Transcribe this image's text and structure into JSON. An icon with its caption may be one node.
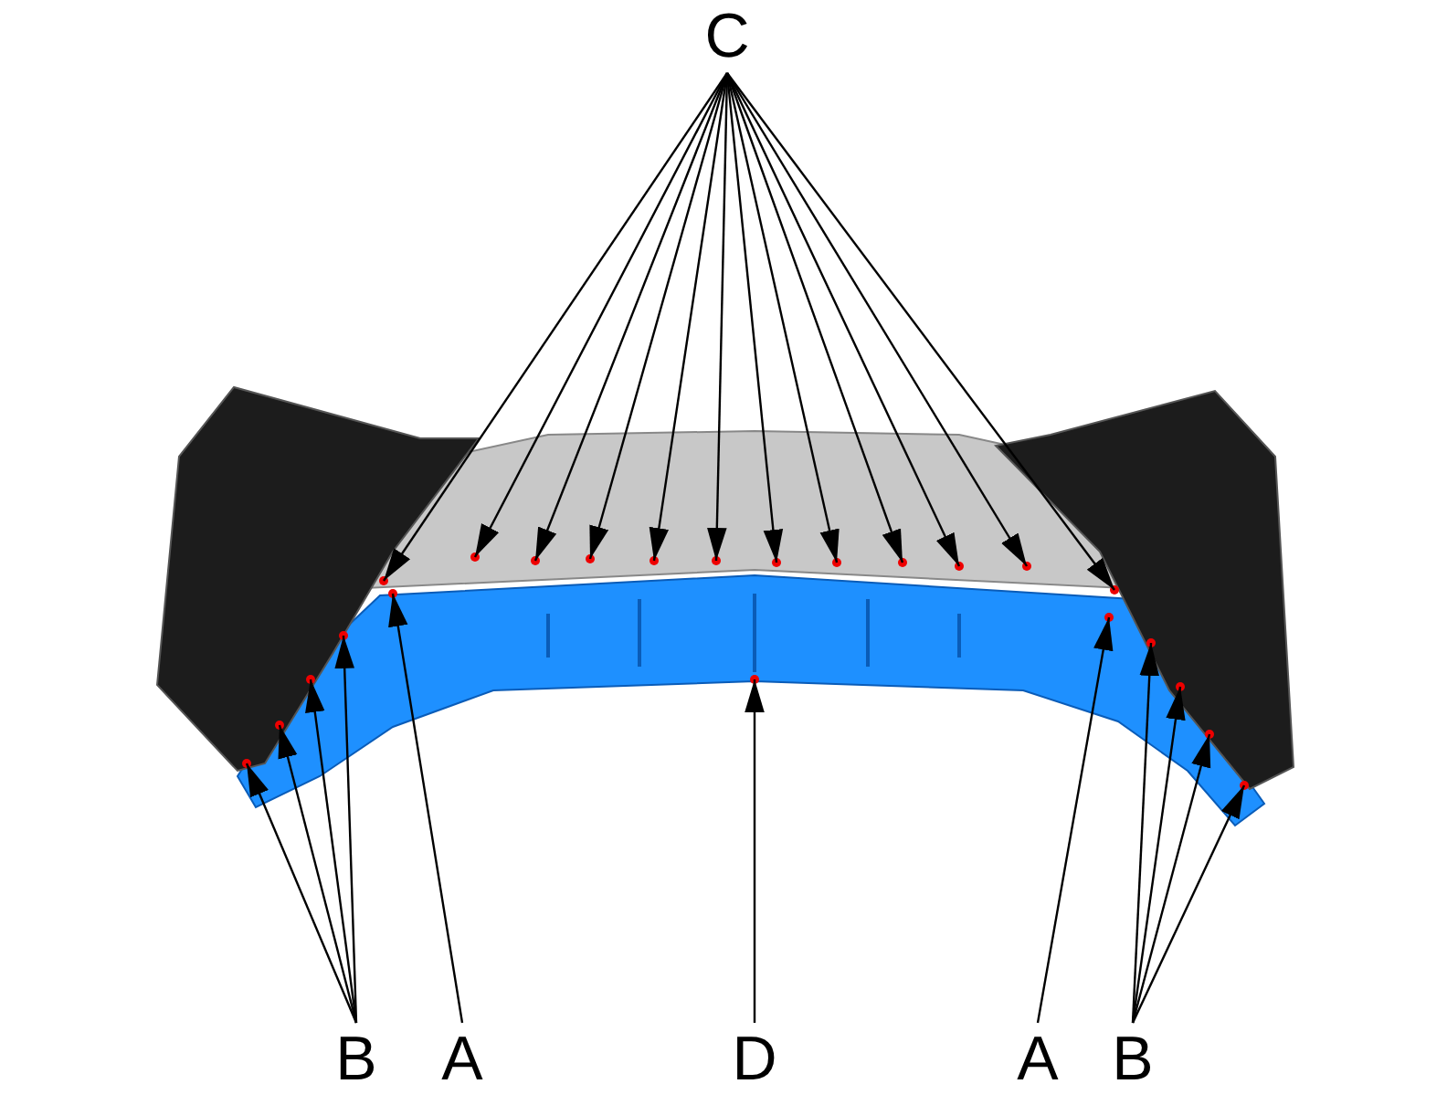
{
  "diagram": {
    "nodes": [
      {
        "text": [
          "C"
        ]
      },
      {
        "text": [
          "B"
        ]
      },
      {
        "text": [
          "A"
        ]
      },
      {
        "text": [
          "D"
        ]
      },
      {
        "text": [
          "A"
        ]
      },
      {
        "text": [
          "B"
        ]
      }
    ],
    "edges": [
      {
        "from": 0,
        "to": null,
        "arrow": "to"
      },
      {
        "from": 0,
        "to": null,
        "arrow": "to"
      },
      {
        "from": 0,
        "to": null,
        "arrow": "to"
      },
      {
        "from": 0,
        "to": null,
        "arrow": "to"
      },
      {
        "from": 0,
        "to": null,
        "arrow": "to"
      },
      {
        "from": 0,
        "to": null,
        "arrow": "to"
      },
      {
        "from": 0,
        "to": null,
        "arrow": "to"
      },
      {
        "from": 0,
        "to": null,
        "arrow": "to"
      },
      {
        "from": 0,
        "to": null,
        "arrow": "to"
      },
      {
        "from": 0,
        "to": null,
        "arrow": "to"
      },
      {
        "from": 0,
        "to": null,
        "arrow": "to"
      },
      {
        "from": 0,
        "to": null,
        "arrow": "to"
      },
      {
        "from": 1,
        "to": null,
        "arrow": "to"
      },
      {
        "from": 1,
        "to": null,
        "arrow": "to"
      },
      {
        "from": 1,
        "to": null,
        "arrow": "to"
      },
      {
        "from": 1,
        "to": null,
        "arrow": "to"
      },
      {
        "from": 2,
        "to": null,
        "arrow": "to"
      },
      {
        "from": 3,
        "to": null,
        "arrow": "to"
      },
      {
        "from": 4,
        "to": null,
        "arrow": "to"
      },
      {
        "from": 5,
        "to": null,
        "arrow": "to"
      },
      {
        "from": 5,
        "to": null,
        "arrow": "to"
      },
      {
        "from": 5,
        "to": null,
        "arrow": "to"
      },
      {
        "from": 5,
        "to": null,
        "arrow": "to"
      }
    ]
  }
}
